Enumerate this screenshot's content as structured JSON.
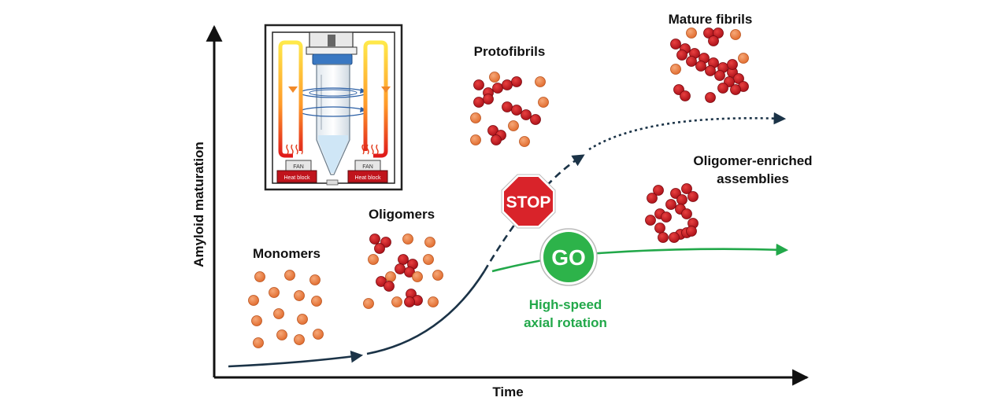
{
  "axes": {
    "x_label": "Time",
    "y_label": "Amyloid maturation"
  },
  "stages": {
    "monomers": "Monomers",
    "oligomers": "Oligomers",
    "protofibrils": "Protofibrils",
    "mature_fibrils": "Mature fibrils",
    "oligomer_enriched_line1": "Oligomer-enriched",
    "oligomer_enriched_line2": "assemblies"
  },
  "signs": {
    "stop": "STOP",
    "go": "GO"
  },
  "rotation": {
    "line1": "High-speed",
    "line2": "axial rotation"
  },
  "apparatus": {
    "fan_left": "FAN",
    "fan_right": "FAN",
    "heat_block_left": "Heat block",
    "heat_block_right": "Heat block"
  },
  "colors": {
    "monomer": "#e8773a",
    "aggregate": "#c0141c",
    "curve_dark": "#1b3347",
    "green_path": "#22a84a",
    "stop_sign": "#d9232a",
    "go_sign": "#2db34a"
  }
}
